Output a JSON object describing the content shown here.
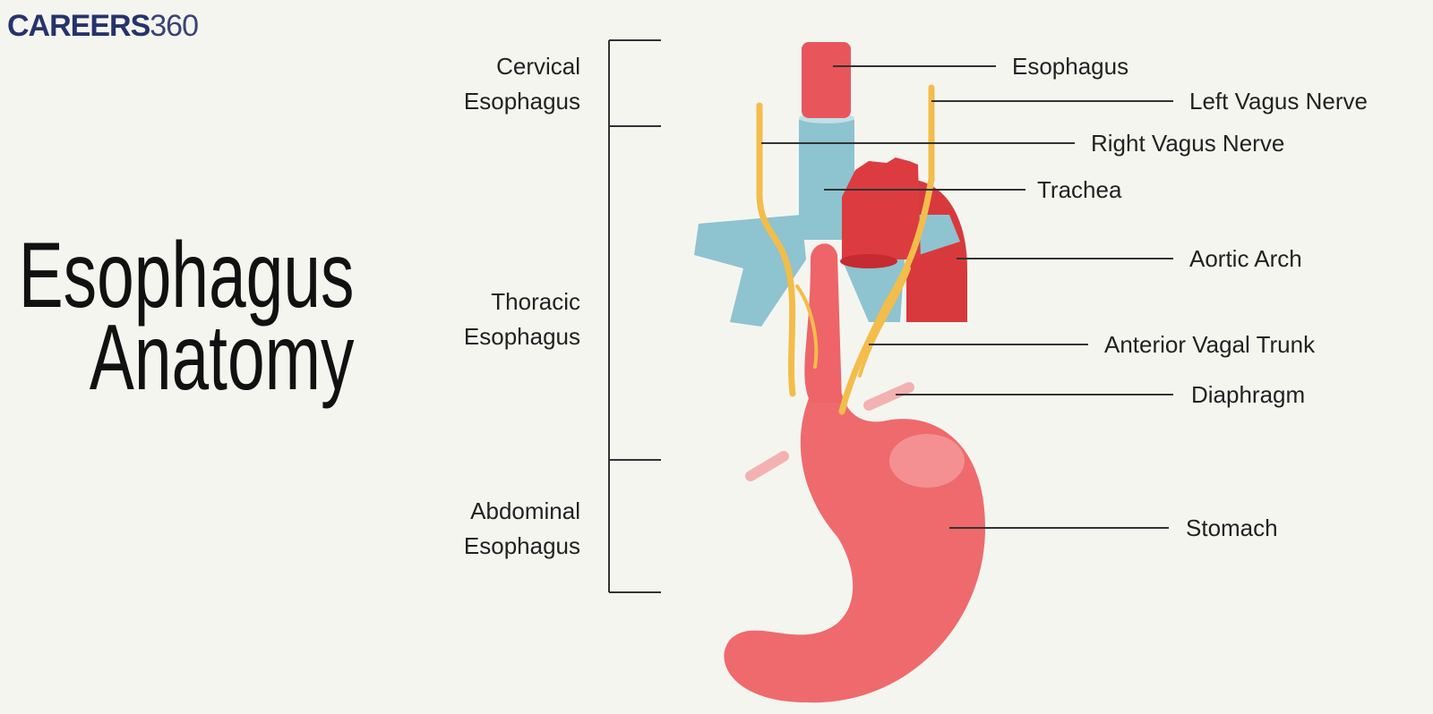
{
  "logo": {
    "bold": "CAREERS",
    "light": "360"
  },
  "title": {
    "line1": "Esophagus",
    "line2": "Anatomy"
  },
  "segments": [
    {
      "line1": "Cervical",
      "line2": "Esophagus"
    },
    {
      "line1": "Thoracic",
      "line2": "Esophagus"
    },
    {
      "line1": "Abdominal",
      "line2": "Esophagus"
    }
  ],
  "labels": {
    "esophagus": "Esophagus",
    "left_vagus": "Left Vagus Nerve",
    "right_vagus": "Right Vagus Nerve",
    "trachea": "Trachea",
    "aortic_arch": "Aortic Arch",
    "anterior_vagal": "Anterior Vagal Trunk",
    "diaphragm": "Diaphragm",
    "stomach": "Stomach"
  },
  "colors": {
    "background": "#f5f5f0",
    "esophagus": "#ee6a6e",
    "trachea": "#8ec3d0",
    "aorta": "#d83a3e",
    "nerve": "#f2bd4a",
    "logo": "#26336b"
  }
}
